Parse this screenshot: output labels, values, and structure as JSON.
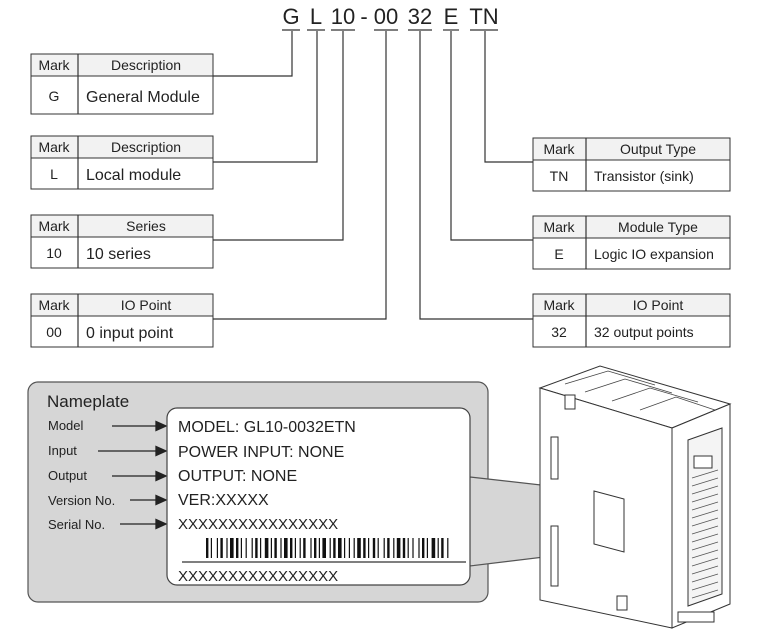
{
  "model_code": {
    "chars": [
      "G",
      "L",
      "10",
      "-",
      "00",
      "32",
      "E",
      "TN"
    ]
  },
  "tables": {
    "general": {
      "header": [
        "Mark",
        "Description"
      ],
      "row": [
        "G",
        "General Module"
      ]
    },
    "local": {
      "header": [
        "Mark",
        "Description"
      ],
      "row": [
        "L",
        "Local module"
      ]
    },
    "series": {
      "header": [
        "Mark",
        "Series"
      ],
      "row": [
        "10",
        "10 series"
      ]
    },
    "input_io": {
      "header": [
        "Mark",
        "IO Point"
      ],
      "row": [
        "00",
        "0 input point"
      ]
    },
    "output_type": {
      "header": [
        "Mark",
        "Output Type"
      ],
      "row": [
        "TN",
        "Transistor (sink)"
      ]
    },
    "module_type": {
      "header": [
        "Mark",
        "Module Type"
      ],
      "row": [
        "E",
        "Logic IO expansion"
      ]
    },
    "output_io": {
      "header": [
        "Mark",
        "IO Point"
      ],
      "row": [
        "32",
        "32 output points"
      ]
    }
  },
  "nameplate": {
    "title": "Nameplate",
    "labels": [
      "Model",
      "Input",
      "Output",
      "Version No.",
      "Serial No."
    ],
    "lines": [
      "MODEL:   GL10-0032ETN",
      "POWER INPUT:  NONE",
      "OUTPUT:  NONE",
      "VER:XXXXX",
      "XXXXXXXXXXXXXXXX"
    ],
    "serial_bottom": "XXXXXXXXXXXXXXXX"
  },
  "colors": {
    "panel": "#d6d6d6",
    "header": "#f2f2f2",
    "line": "#333333"
  }
}
